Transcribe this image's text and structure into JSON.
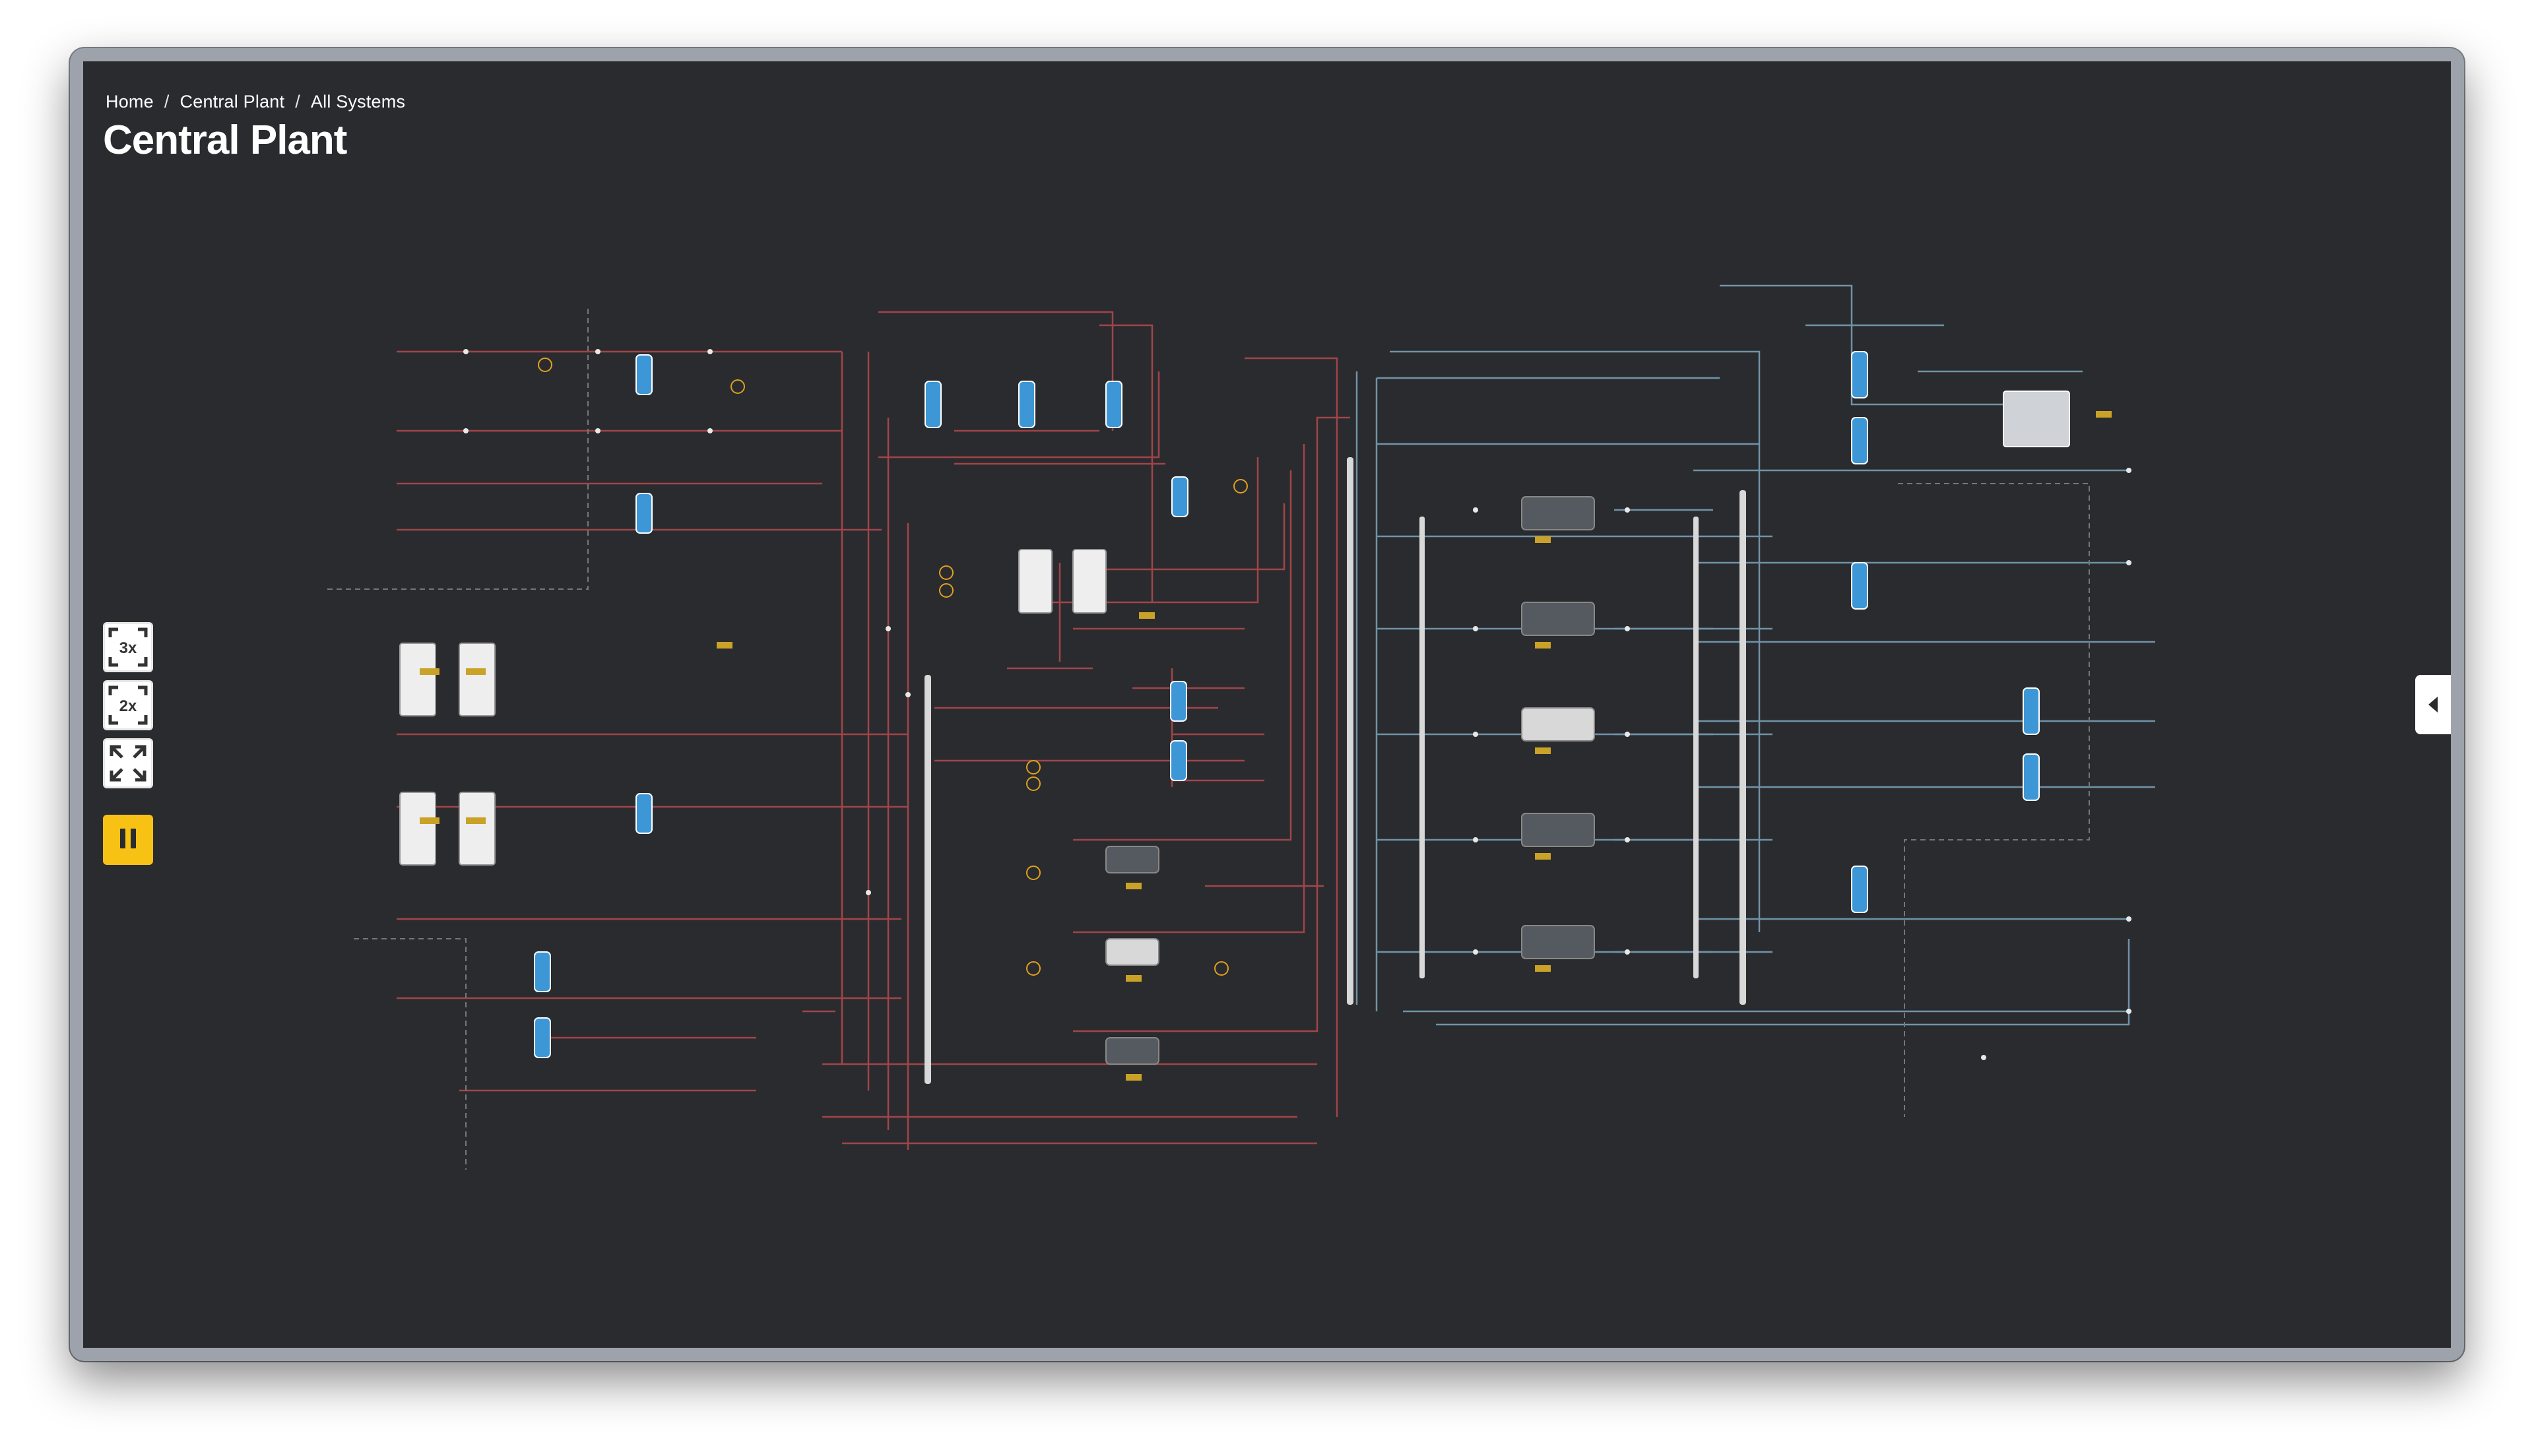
{
  "breadcrumb": {
    "items": [
      "Home",
      "Central Plant",
      "All Systems"
    ],
    "separator": "/"
  },
  "page": {
    "title": "Central Plant"
  },
  "toolbar": {
    "zoom_3x_label": "3x",
    "zoom_2x_label": "2x",
    "fullscreen_icon": "expand-icon",
    "pause_icon": "pause-icon"
  },
  "colors": {
    "background": "#2a2b2e",
    "frame": "#9ea3ab",
    "hot_water_pipe": "#a0454a",
    "chilled_water_pipe": "#6f93a8",
    "equipment_blue": "#3d97d6",
    "accent_yellow": "#f7c213"
  },
  "side_panel": {
    "toggle_icon": "chevron-left-icon"
  }
}
